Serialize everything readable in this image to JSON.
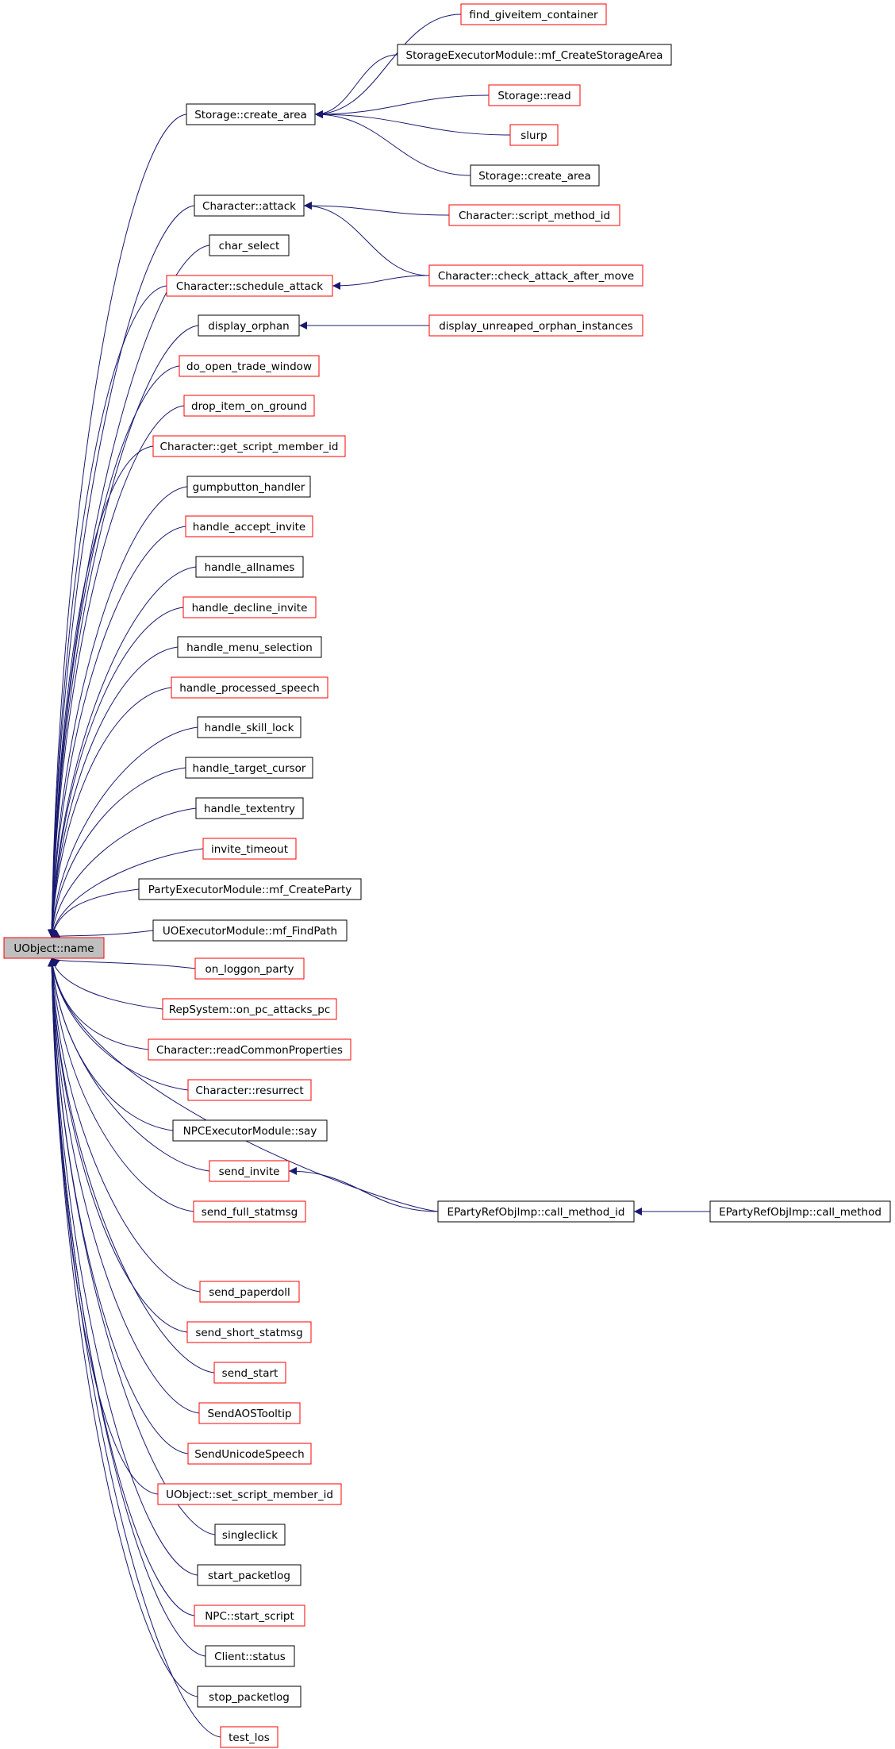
{
  "graph": {
    "root": "UObject::name",
    "nodes": [
      {
        "id": "n0",
        "label": "UObject::name",
        "link": false,
        "highlight": true
      },
      {
        "id": "n1",
        "label": "find_giveitem_container",
        "link": false
      },
      {
        "id": "n2",
        "label": "StorageExecutorModule::mf_CreateStorageArea",
        "link": true
      },
      {
        "id": "n3",
        "label": "Storage::read",
        "link": false
      },
      {
        "id": "n4",
        "label": "slurp",
        "link": false
      },
      {
        "id": "n5",
        "label": "Storage::create_area",
        "link": true
      },
      {
        "id": "n6",
        "label": "Storage::create_area",
        "link": true
      },
      {
        "id": "n7",
        "label": "Character::script_method_id",
        "link": false
      },
      {
        "id": "n8",
        "label": "Character::attack",
        "link": true
      },
      {
        "id": "n9",
        "label": "Character::check_attack_after_move",
        "link": false
      },
      {
        "id": "n10",
        "label": "char_select",
        "link": true
      },
      {
        "id": "n11",
        "label": "Character::schedule_attack",
        "link": false
      },
      {
        "id": "n12",
        "label": "display_unreaped_orphan_instances",
        "link": false
      },
      {
        "id": "n13",
        "label": "display_orphan",
        "link": true
      },
      {
        "id": "n14",
        "label": "do_open_trade_window",
        "link": false
      },
      {
        "id": "n15",
        "label": "drop_item_on_ground",
        "link": false
      },
      {
        "id": "n16",
        "label": "Character::get_script_member_id",
        "link": false
      },
      {
        "id": "n17",
        "label": "gumpbutton_handler",
        "link": true
      },
      {
        "id": "n18",
        "label": "handle_accept_invite",
        "link": false
      },
      {
        "id": "n19",
        "label": "handle_allnames",
        "link": true
      },
      {
        "id": "n20",
        "label": "handle_decline_invite",
        "link": false
      },
      {
        "id": "n21",
        "label": "handle_menu_selection",
        "link": true
      },
      {
        "id": "n22",
        "label": "handle_processed_speech",
        "link": false
      },
      {
        "id": "n23",
        "label": "handle_skill_lock",
        "link": true
      },
      {
        "id": "n24",
        "label": "handle_target_cursor",
        "link": true
      },
      {
        "id": "n25",
        "label": "handle_textentry",
        "link": true
      },
      {
        "id": "n26",
        "label": "invite_timeout",
        "link": false
      },
      {
        "id": "n27",
        "label": "PartyExecutorModule::mf_CreateParty",
        "link": true
      },
      {
        "id": "n28",
        "label": "UOExecutorModule::mf_FindPath",
        "link": true
      },
      {
        "id": "n29",
        "label": "on_loggon_party",
        "link": false
      },
      {
        "id": "n30",
        "label": "RepSystem::on_pc_attacks_pc",
        "link": false
      },
      {
        "id": "n31",
        "label": "Character::readCommonProperties",
        "link": false
      },
      {
        "id": "n32",
        "label": "Character::resurrect",
        "link": false
      },
      {
        "id": "n33",
        "label": "NPCExecutorModule::say",
        "link": true
      },
      {
        "id": "n34",
        "label": "send_invite",
        "link": false
      },
      {
        "id": "n35",
        "label": "EPartyRefObjImp::call_method",
        "link": true
      },
      {
        "id": "n36",
        "label": "EPartyRefObjImp::call_method_id",
        "link": true
      },
      {
        "id": "n37",
        "label": "send_full_statmsg",
        "link": false
      },
      {
        "id": "n38",
        "label": "send_paperdoll",
        "link": false
      },
      {
        "id": "n39",
        "label": "send_short_statmsg",
        "link": false
      },
      {
        "id": "n40",
        "label": "send_start",
        "link": false
      },
      {
        "id": "n41",
        "label": "SendAOSTooltip",
        "link": false
      },
      {
        "id": "n42",
        "label": "SendUnicodeSpeech",
        "link": false
      },
      {
        "id": "n43",
        "label": "UObject::set_script_member_id",
        "link": false
      },
      {
        "id": "n44",
        "label": "singleclick",
        "link": true
      },
      {
        "id": "n45",
        "label": "start_packetlog",
        "link": true
      },
      {
        "id": "n46",
        "label": "NPC::start_script",
        "link": false
      },
      {
        "id": "n47",
        "label": "Client::status",
        "link": true
      },
      {
        "id": "n48",
        "label": "stop_packetlog",
        "link": true
      },
      {
        "id": "n49",
        "label": "test_los",
        "link": false
      }
    ],
    "edges": [
      {
        "from": "n5",
        "to": "n0"
      },
      {
        "from": "n8",
        "to": "n0"
      },
      {
        "from": "n10",
        "to": "n0"
      },
      {
        "from": "n11",
        "to": "n0"
      },
      {
        "from": "n13",
        "to": "n0"
      },
      {
        "from": "n14",
        "to": "n0"
      },
      {
        "from": "n15",
        "to": "n0"
      },
      {
        "from": "n16",
        "to": "n0"
      },
      {
        "from": "n17",
        "to": "n0"
      },
      {
        "from": "n18",
        "to": "n0"
      },
      {
        "from": "n19",
        "to": "n0"
      },
      {
        "from": "n20",
        "to": "n0"
      },
      {
        "from": "n21",
        "to": "n0"
      },
      {
        "from": "n22",
        "to": "n0"
      },
      {
        "from": "n23",
        "to": "n0"
      },
      {
        "from": "n24",
        "to": "n0"
      },
      {
        "from": "n25",
        "to": "n0"
      },
      {
        "from": "n26",
        "to": "n0"
      },
      {
        "from": "n27",
        "to": "n0"
      },
      {
        "from": "n28",
        "to": "n0"
      },
      {
        "from": "n29",
        "to": "n0"
      },
      {
        "from": "n30",
        "to": "n0"
      },
      {
        "from": "n31",
        "to": "n0"
      },
      {
        "from": "n32",
        "to": "n0"
      },
      {
        "from": "n33",
        "to": "n0"
      },
      {
        "from": "n34",
        "to": "n0"
      },
      {
        "from": "n36",
        "to": "n0"
      },
      {
        "from": "n37",
        "to": "n0"
      },
      {
        "from": "n38",
        "to": "n0"
      },
      {
        "from": "n39",
        "to": "n0"
      },
      {
        "from": "n40",
        "to": "n0"
      },
      {
        "from": "n41",
        "to": "n0"
      },
      {
        "from": "n42",
        "to": "n0"
      },
      {
        "from": "n43",
        "to": "n0"
      },
      {
        "from": "n44",
        "to": "n0"
      },
      {
        "from": "n45",
        "to": "n0"
      },
      {
        "from": "n46",
        "to": "n0"
      },
      {
        "from": "n47",
        "to": "n0"
      },
      {
        "from": "n48",
        "to": "n0"
      },
      {
        "from": "n49",
        "to": "n0"
      },
      {
        "from": "n1",
        "to": "n5"
      },
      {
        "from": "n2",
        "to": "n5"
      },
      {
        "from": "n3",
        "to": "n5"
      },
      {
        "from": "n4",
        "to": "n5"
      },
      {
        "from": "n6",
        "to": "n5"
      },
      {
        "from": "n7",
        "to": "n8"
      },
      {
        "from": "n9",
        "to": "n8"
      },
      {
        "from": "n9",
        "to": "n11"
      },
      {
        "from": "n12",
        "to": "n13"
      },
      {
        "from": "n36",
        "to": "n34"
      },
      {
        "from": "n35",
        "to": "n36"
      }
    ]
  },
  "colors": {
    "edge": "#191970",
    "link_border": "#ff0000",
    "plain_border": "#000000",
    "highlight_fill": "#bfbfbf",
    "text": "#000000"
  }
}
